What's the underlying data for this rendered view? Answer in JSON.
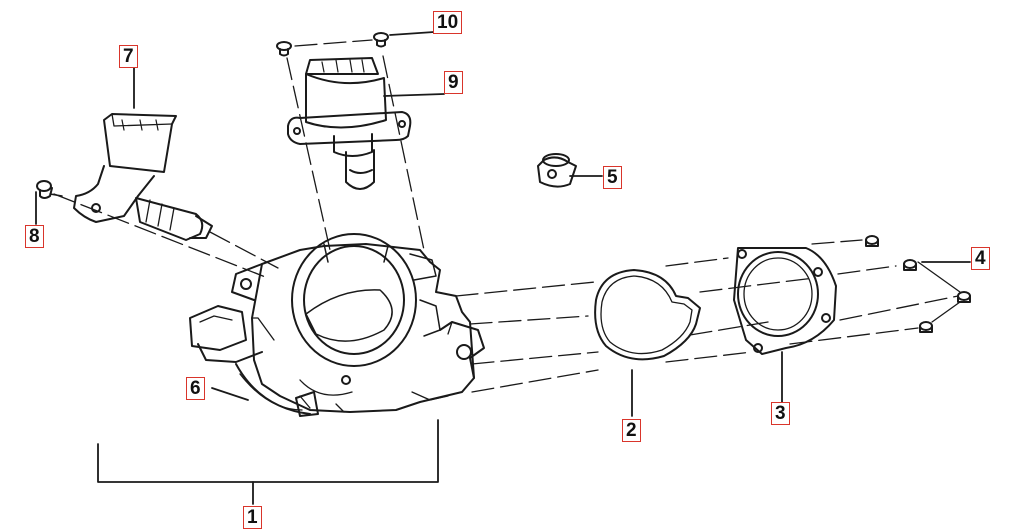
{
  "callouts": {
    "c1": "1",
    "c2": "2",
    "c3": "3",
    "c4": "4",
    "c5": "5",
    "c6": "6",
    "c7": "7",
    "c8": "8",
    "c9": "9",
    "c10": "10"
  },
  "colors": {
    "line": "#1a1a1a",
    "callout_border": "#d9352b",
    "background": "#ffffff"
  }
}
